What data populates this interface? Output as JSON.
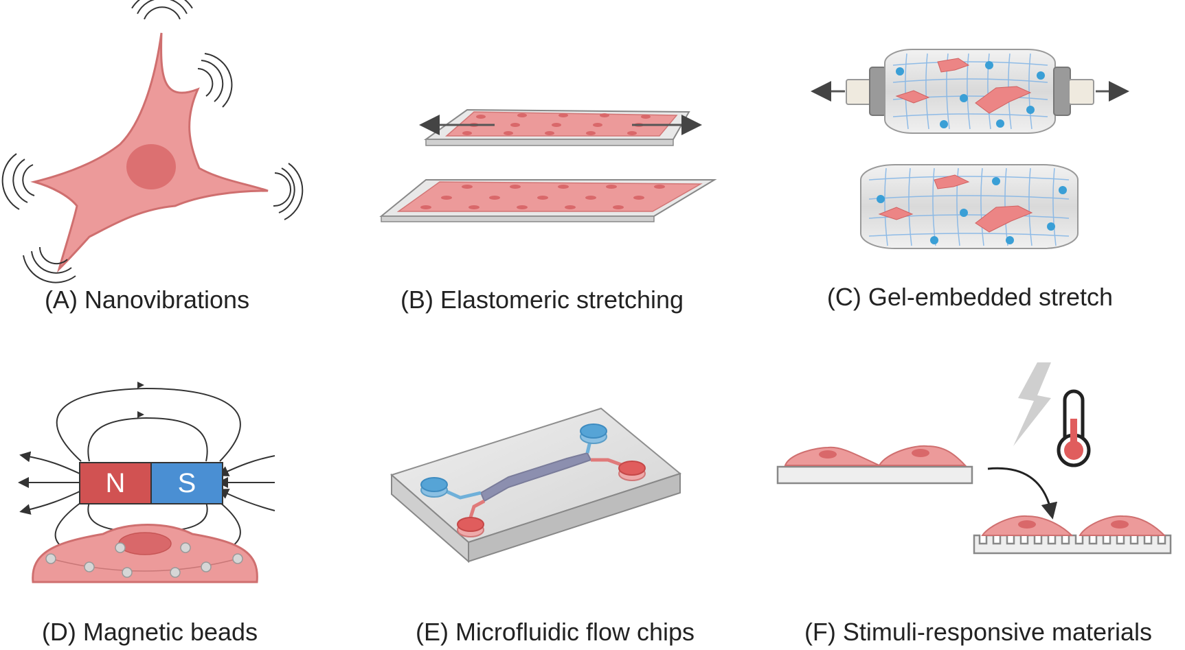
{
  "panels": {
    "a": {
      "label": "(A) Nanovibrations"
    },
    "b": {
      "label": "(B) Elastomeric stretching"
    },
    "c": {
      "label": "(C) Gel-embedded stretch"
    },
    "d": {
      "label": "(D) Magnetic beads",
      "magnet_north": "N",
      "magnet_south": "S"
    },
    "e": {
      "label": "(E) Microfluidic flow chips"
    },
    "f": {
      "label": "(F) Stimuli-responsive materials"
    }
  },
  "colors": {
    "cell_fill": "#ec9a9a",
    "cell_stroke": "#cf6f6f",
    "nucleus": "#d9686a",
    "magnet_north": "#d15252",
    "magnet_south": "#4a8fd3",
    "bead_blue": "#3a9fd6",
    "outline": "#555555"
  },
  "icons": [
    "vibration-wave-icon",
    "arrow-icon",
    "lightning-bolt-icon",
    "thermometer-icon",
    "curved-arrow-icon"
  ]
}
